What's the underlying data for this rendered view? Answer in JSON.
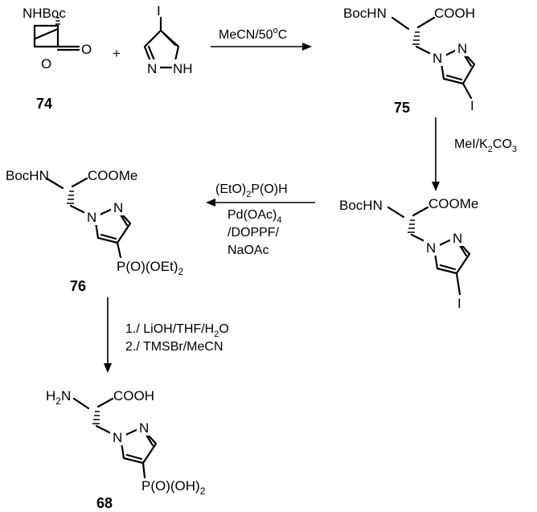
{
  "compounds": {
    "c74": {
      "number": "74",
      "nhboc": "NHBoc",
      "o_ring": "O",
      "o_carbonyl": "O"
    },
    "iodopyrazole": {
      "iodine": "I",
      "n1": "N",
      "nh": "NH"
    },
    "plus": "+",
    "c75": {
      "number": "75",
      "bochn": "BocHN",
      "cooh": "COOH",
      "n1": "N",
      "n2": "N",
      "iodine": "I"
    },
    "iodo_ester": {
      "bochn": "BocHN",
      "coome": "COOMe",
      "n1": "N",
      "n2": "N",
      "iodine": "I"
    },
    "c76": {
      "number": "76",
      "bochn": "BocHN",
      "coome": "COOMe",
      "n1": "N",
      "n2": "N",
      "phos": "P(O)(OEt)",
      "phos_sub": "2"
    },
    "c68": {
      "number": "68",
      "h2n": "H",
      "h2n_sub": "2",
      "h2n_n": "N",
      "cooh": "COOH",
      "n1": "N",
      "n2": "N",
      "phos": "P(O)(OH)",
      "phos_sub": "2"
    }
  },
  "conditions": {
    "step1": {
      "main": "MeCN/50",
      "sup": "o",
      "tail": "C"
    },
    "step2": {
      "a": "MeI/K",
      "a_sub": "2",
      "b": "CO",
      "b_sub": "3"
    },
    "step3": {
      "line1": "(EtO)",
      "line1_sub": "2",
      "line1_tail": "P(O)H",
      "line2": "Pd(OAc)",
      "line2_sub": "4",
      "line3": "/DOPPF/",
      "line4": "NaOAc"
    },
    "step4": {
      "line1": "1./ LiOH/THF/H",
      "line1_sub": "2",
      "line1_tail": "O",
      "line2": "2./ TMSBr/MeCN"
    }
  }
}
